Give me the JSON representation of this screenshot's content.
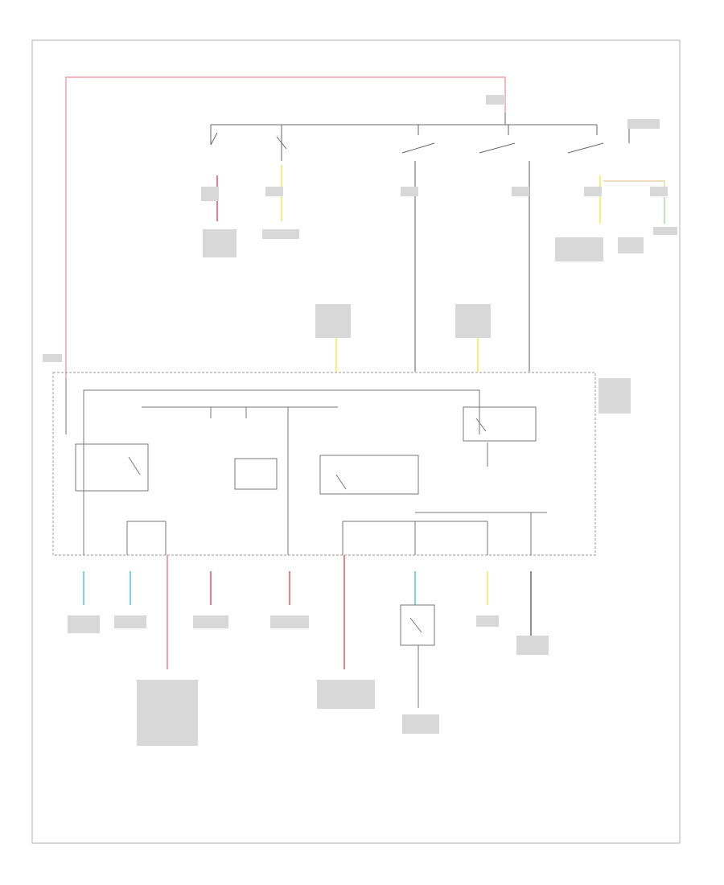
{
  "title": "",
  "corner_id": "",
  "wire_colors": {
    "hot": "#f2a0a8",
    "red": "#e8808c",
    "yellow": "#f2f27a",
    "light_blue": "#7fd3e6",
    "light_green": "#a8e0a0",
    "tan": "#e8d8a8",
    "black": "#444444",
    "border": "#999999",
    "frame": "#b0b0b0"
  },
  "blocks": {
    "central_junction": "central-junction-box",
    "starter_relay": "relay",
    "pcm_power_relay": "relay",
    "fuel_pump_relay": "relay",
    "blower_relay": "relay"
  },
  "labels": {
    "ignition_switch": "",
    "central_junction_box": "",
    "left_destinations": "",
    "center_destinations": "",
    "ground": ""
  }
}
